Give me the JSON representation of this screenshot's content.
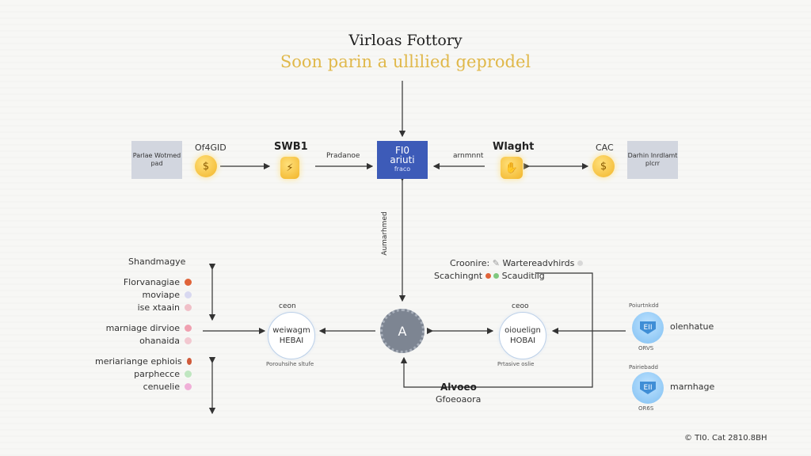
{
  "header": {
    "title": "Virloas Fottory",
    "subtitle": "Soon parin a ullilied geprodel"
  },
  "top_row": {
    "left_box": "Parlae Wotmed pad",
    "left_label": "Of4GID",
    "left_coin_symbol": "$",
    "left_token_label": "SWB1",
    "left_arrow_label": "Pradanoe",
    "center_box_title": "FI0",
    "center_box_sub": "ariuti",
    "center_box_tiny": "fraco",
    "right_arrow_label": "arnmnnt",
    "right_token_label": "Wlaght",
    "right_label": "CAC",
    "right_coin_symbol": "$",
    "right_box": "Darhin Inrdlamt plcrr"
  },
  "vertical_label": "Aumarhmed",
  "left_list": {
    "header": "Shandmagye",
    "items": [
      {
        "label": "Florvanagiae",
        "dot": "#e0643a"
      },
      {
        "label": "moviape",
        "dot": "#d8d8f0"
      },
      {
        "label": "ise xtaain",
        "dot": "#f0c0c8"
      },
      {
        "label": "marniage dirvioe",
        "dot": "#f0a0b0"
      },
      {
        "label": "ohanaida",
        "dot": "#f2c8d0"
      },
      {
        "label": "meriariange ephiois",
        "dot": "#d05a3a"
      },
      {
        "label": "parphecce",
        "dot": "#bfe6c0"
      },
      {
        "label": "cenuelie",
        "dot": "#f0b0d8"
      }
    ]
  },
  "nodes": {
    "left_circle_top": "ceon",
    "left_circle_l1": "weiwagm",
    "left_circle_l2": "HEBAI",
    "left_circle_bottom": "Porouhsihe sltufe",
    "center_gear_symbol": "A",
    "right_circle_top": "ceoo",
    "right_circle_l1": "oiouelign",
    "right_circle_l2": "HOBAI",
    "right_circle_bottom": "Prtasive oslie"
  },
  "right_info": {
    "line1_a": "Croonire:",
    "line1_b": "Wartereadvhirds",
    "line2_a": "Scachingnt",
    "line2_b": "Scauditiig"
  },
  "shields": [
    {
      "top": "Poiurtnkdd",
      "label": "olenhatue",
      "symbol": "EII",
      "bottom": "ORVS"
    },
    {
      "top": "Pairiebadd",
      "label": "marnhage",
      "symbol": "EII",
      "bottom": "OR6S"
    }
  ],
  "bottom_center": {
    "title": "Alvoeo",
    "sub": "Gfoeoaora"
  },
  "footer": "© TI0. Cat 2810.8BH"
}
